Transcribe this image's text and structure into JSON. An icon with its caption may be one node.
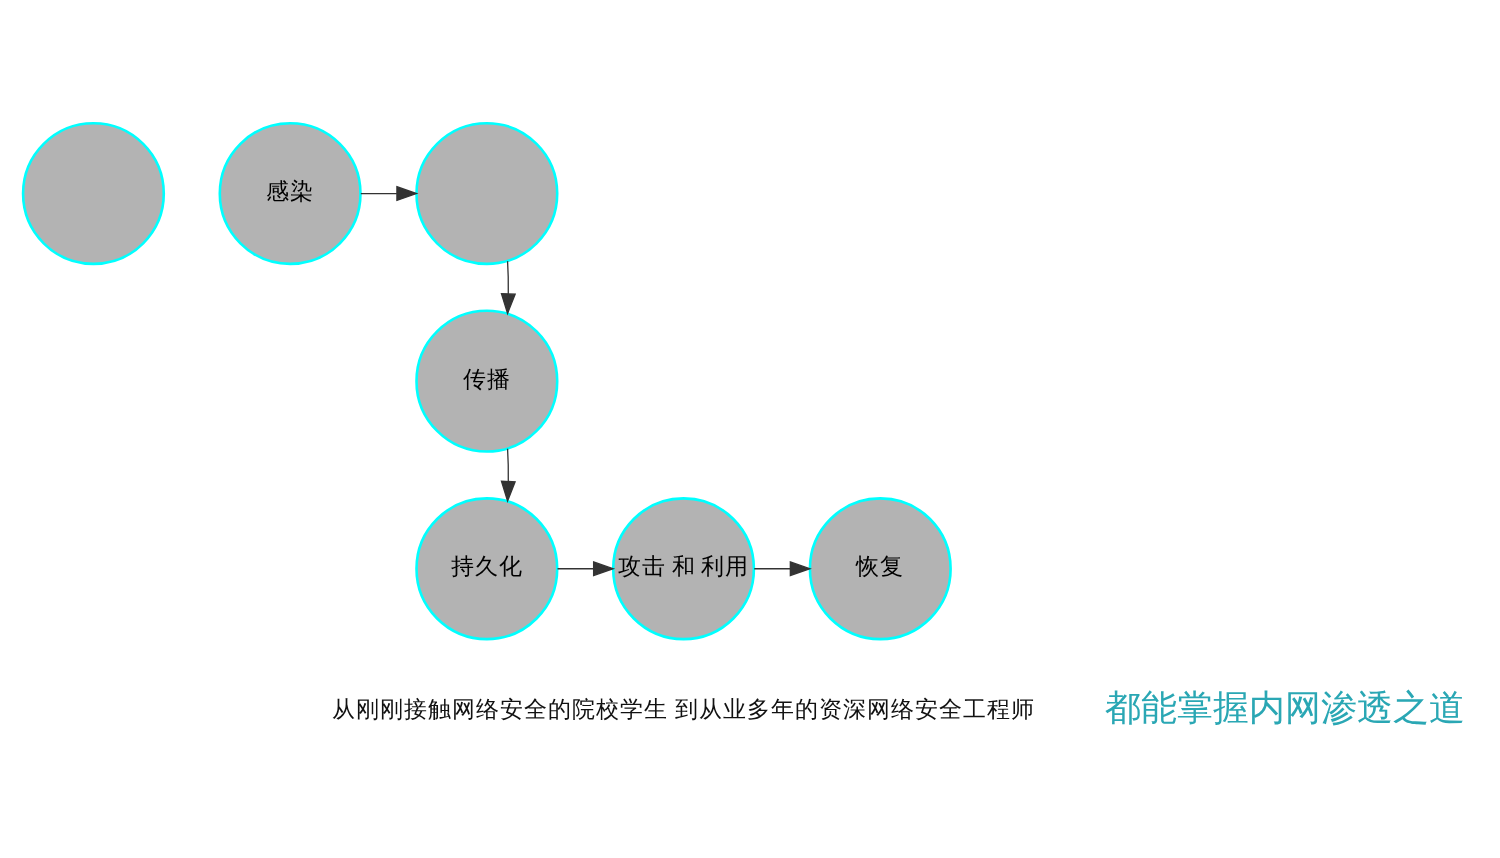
{
  "diagram": {
    "nodes": [
      {
        "text": [],
        "shape": "circle"
      },
      {
        "text": [
          "感染"
        ]
      },
      {
        "text": [],
        "shape": "circle"
      },
      {
        "text": [
          "传播"
        ]
      },
      {
        "text": [
          "持久化"
        ]
      },
      {
        "text": [
          "攻击 和 利用"
        ]
      },
      {
        "text": [
          "恢复"
        ]
      }
    ],
    "edges": [
      {
        "from": 1,
        "to": 2,
        "arrow": "to"
      },
      {
        "from": 2,
        "to": 3,
        "arrow": "to"
      },
      {
        "from": 3,
        "to": 4,
        "arrow": "to"
      },
      {
        "from": 4,
        "to": 5,
        "arrow": "to"
      },
      {
        "from": 5,
        "to": 6,
        "arrow": "to"
      }
    ],
    "labels": [
      "从刚刚接触网络安全的院校学生 到从业多年的资深网络安全工程师",
      "都能掌握内网渗透之道"
    ]
  }
}
